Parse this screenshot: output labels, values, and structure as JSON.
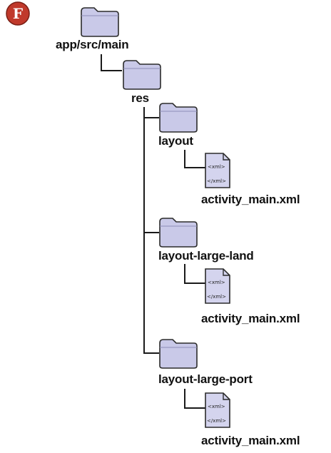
{
  "badge": {
    "letter": "F",
    "color": "#c0392b"
  },
  "colors": {
    "folder_fill": "#c9c9e8",
    "folder_stroke": "#2b2b2b",
    "file_fill": "#d4d4ee",
    "line": "#1a1a1a"
  },
  "tree": {
    "root": {
      "label": "app/src/main",
      "icon": "folder-icon"
    },
    "res": {
      "label": "res",
      "icon": "folder-icon"
    },
    "folders": [
      {
        "label": "layout",
        "icon": "folder-icon",
        "file": {
          "label": "activity_main.xml",
          "icon": "xml-file-icon",
          "tag_open": "<xml>",
          "tag_close": "</xml>"
        }
      },
      {
        "label": "layout-large-land",
        "icon": "folder-icon",
        "file": {
          "label": "activity_main.xml",
          "icon": "xml-file-icon",
          "tag_open": "<xml>",
          "tag_close": "</xml>"
        }
      },
      {
        "label": "layout-large-port",
        "icon": "folder-icon",
        "file": {
          "label": "activity_main.xml",
          "icon": "xml-file-icon",
          "tag_open": "<xml>",
          "tag_close": "</xml>"
        }
      }
    ]
  }
}
